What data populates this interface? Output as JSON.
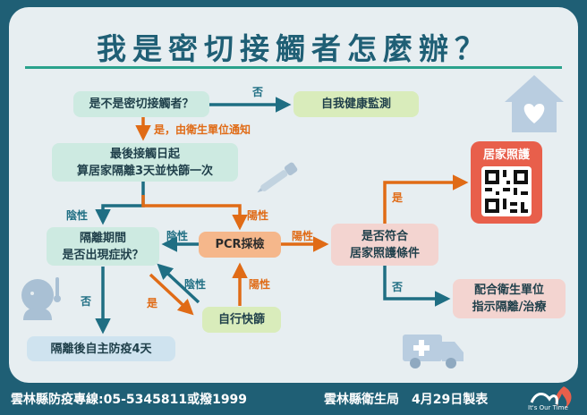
{
  "title": "我是密切接觸者怎麼辦？",
  "nodes": {
    "is_close_contact": "是不是密切接觸者？",
    "self_health_monitor": "自我健康監測",
    "last_contact_line1": "最後接觸日起",
    "last_contact_line2": "算居家隔離3天並快篩一次",
    "isolation_line1": "隔離期間",
    "isolation_line2": "是否出現症狀？",
    "pcr": "PCR採檢",
    "home_care_check_line1": "是否符合",
    "home_care_check_line2": "居家照護條件",
    "home_care": "居家照護",
    "follow_health_unit_line1": "配合衛生單位",
    "follow_health_unit_line2": "指示隔離/治療",
    "self_rapid_test": "自行快篩",
    "post_isolation": "隔離後自主防疫4天"
  },
  "edge_labels": {
    "no_top": "否",
    "yes_notified": "是，由衛生單位通知",
    "negative_left": "陰性",
    "positive_mid": "陽性",
    "negative_pcr": "陰性",
    "positive_pcr": "陽性",
    "yes_home_care": "是",
    "no_home_care": "否",
    "negative_diag": "陰性",
    "yes_diag": "是",
    "positive_selftest": "陽性",
    "no_isolation": "否"
  },
  "footer": {
    "hotline": "雲林縣防疫專線:05-5345811或撥1999",
    "bureau": "雲林縣衛生局　4月29日製表",
    "logo_text": "It's Our Time"
  },
  "colors": {
    "background": "#1f5f75",
    "panel": "#e7eef1",
    "teal_arrow": "#1f6e83",
    "orange_arrow": "#e06b16",
    "accent_line": "#2aa28c"
  },
  "icons": [
    "house-heart-icon",
    "dropper-icon",
    "sick-person-icon",
    "ambulance-icon",
    "qr-code-icon",
    "logo-flame-icon"
  ]
}
